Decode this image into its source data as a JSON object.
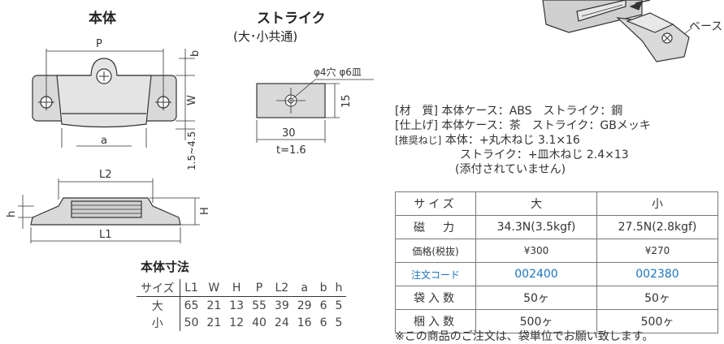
{
  "headings": {
    "body": "本体",
    "strike": "ストライク",
    "strike_note": "(大･小共通)",
    "base_label": "ベース",
    "dims_title": "本体寸法"
  },
  "dims": {
    "P": "P",
    "b": "b",
    "W": "W",
    "a": "a",
    "gap": "1.5~4.5",
    "hole": "φ4穴 φ6皿",
    "strike_h": "15",
    "strike_w": "30",
    "t": "t=1.6",
    "L2": "L2",
    "L1": "L1",
    "H": "H",
    "h": "h"
  },
  "materials": {
    "row1_label": "[材　質]",
    "row1_value": "本体ケース：ABS　ストライク：鋼",
    "row2_label": "[仕上げ]",
    "row2_value": "本体ケース：茶　ストライク：GBメッキ",
    "row3_label": "[推奨ねじ]",
    "row3_value": "本体：+丸木ねじ 3.1×16",
    "row4_value": "ストライク：+皿木ねじ 2.4×13",
    "row5_value": "(添付されていません)"
  },
  "size_table": {
    "headers": [
      "サイズ",
      "L1",
      "W",
      "H",
      "P",
      "L2",
      "a",
      "b",
      "h"
    ],
    "rows": [
      [
        "大",
        "65",
        "21",
        "13",
        "55",
        "39",
        "29",
        "6",
        "5"
      ],
      [
        "小",
        "50",
        "21",
        "12",
        "40",
        "24",
        "16",
        "6",
        "5"
      ]
    ]
  },
  "spec_table": {
    "headers": [
      "サイズ",
      "大",
      "小"
    ],
    "magnet_label": "磁　力",
    "magnet": [
      "34.3N(3.5kgf)",
      "27.5N(2.8kgf)"
    ],
    "price_label": "価格(税抜)",
    "price": [
      "¥300",
      "¥270"
    ],
    "code_label": "注文コード",
    "code": [
      "002400",
      "002380"
    ],
    "bag_label": "袋入数",
    "bag": [
      "50ヶ",
      "50ヶ"
    ],
    "box_label": "梱入数",
    "box": [
      "500ヶ",
      "500ヶ"
    ]
  },
  "footnote": "※この商品のご注文は、袋単位でお願い致します。",
  "colors": {
    "code_blue": "#1a73c0",
    "part_fill": "#d9d9d9"
  }
}
